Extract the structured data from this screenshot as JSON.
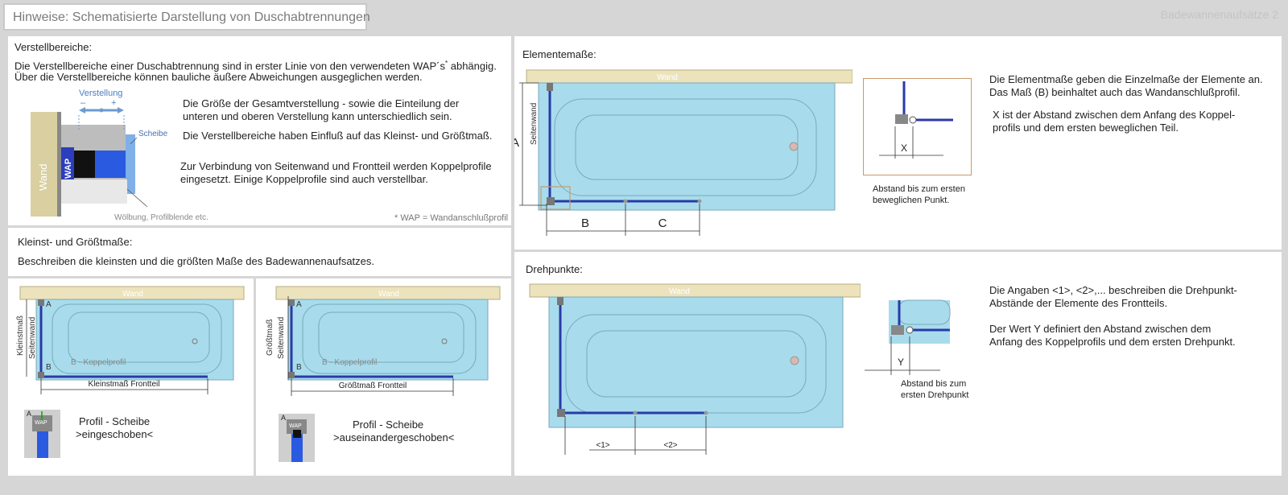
{
  "header": {
    "title": "Hinweise: Schematisierte Darstellung von Duschabtrennungen",
    "page_label": "Badewannenaufsätze 2"
  },
  "verstell": {
    "heading": "Verstellbereiche:",
    "intro1": "Die Verstellbereiche einer Duschabtrennung sind in erster Linie von den verwendeten WAP´s",
    "intro1_sup": "*",
    "intro1_end": "abhängig.",
    "intro2": "Über die Verstellbereiche können bauliche äußere Abweichungen ausgeglichen werden.",
    "fig_verstellung": "Verstellung",
    "fig_minus": "–",
    "fig_plus": "+",
    "fig_scheibe": "Scheibe",
    "fig_wand": "Wand",
    "fig_wap": "WAP",
    "fig_woelbung": "Wölbung, Profilblende etc.",
    "text_a1": "Die Größe der Gesamtverstellung - sowie die Einteilung der",
    "text_a2": "unteren und oberen Verstellung kann unterschiedlich sein.",
    "text_b": "Die Verstellbereiche haben Einfluß auf das Kleinst- und Größtmaß.",
    "text_c1": "Zur Verbindung von Seitenwand und Frontteil werden Koppelprofile",
    "text_c2": "eingesetzt. Einige Koppelprofile sind auch verstellbar.",
    "footnote": "* WAP = Wandanschlußprofil"
  },
  "kleinst": {
    "heading": "Kleinst- und Größtmaße:",
    "desc": "Beschreiben die kleinsten und die größten Maße des Badewannenaufsatzes.",
    "left": {
      "wand": "Wand",
      "label_a": "A",
      "label_b": "B",
      "koppel": "B - Koppelprofil",
      "vlabel1": "Kleinstmaß",
      "vlabel2": "Seitenwand",
      "bottom_label": "Kleinstmaß Frontteil",
      "wap": "WAP",
      "profil_a": "A",
      "profil1": "Profil - Scheibe",
      "profil2": ">eingeschoben<"
    },
    "right": {
      "wand": "Wand",
      "label_a": "A",
      "label_b": "B",
      "koppel": "B - Koppelprofil",
      "vlabel1": "Größtmaß",
      "vlabel2": "Seitenwand",
      "bottom_label": "Größtmaß Frontteil",
      "wap": "WAP",
      "profil_a": "A",
      "profil1": "Profil - Scheibe",
      "profil2": ">auseinandergeschoben<"
    }
  },
  "element": {
    "heading": "Elementemaße:",
    "wand": "Wand",
    "seitenwand": "Seitenwand",
    "dim_a": "A",
    "dim_b": "B",
    "dim_c": "C",
    "detail_x": "X",
    "detail_caption1": "Abstand bis zum ersten",
    "detail_caption2": "beweglichen Punkt.",
    "text1": "Die Elementmaße geben die Einzelmaße der Elemente an.",
    "text2": "Das Maß (B) beinhaltet auch das Wandanschlußprofil.",
    "text3": "X ist der Abstand zwischen dem  Anfang des Koppel-",
    "text4": "profils und dem ersten beweglichen Teil."
  },
  "dreh": {
    "heading": "Drehpunkte:",
    "wand": "Wand",
    "dim_1": "<1>",
    "dim_2": "<2>",
    "detail_y": "Y",
    "detail_caption1": "Abstand bis zum",
    "detail_caption2": "ersten Drehpunkt",
    "text1": "Die Angaben <1>, <2>,... beschreiben die Drehpunkt-",
    "text2": "Abstände der Elemente des Frontteils.",
    "text3": "Der Wert Y definiert den Abstand  zwischen dem",
    "text4": "Anfang des Koppelprofils und dem ersten Drehpunkt."
  }
}
